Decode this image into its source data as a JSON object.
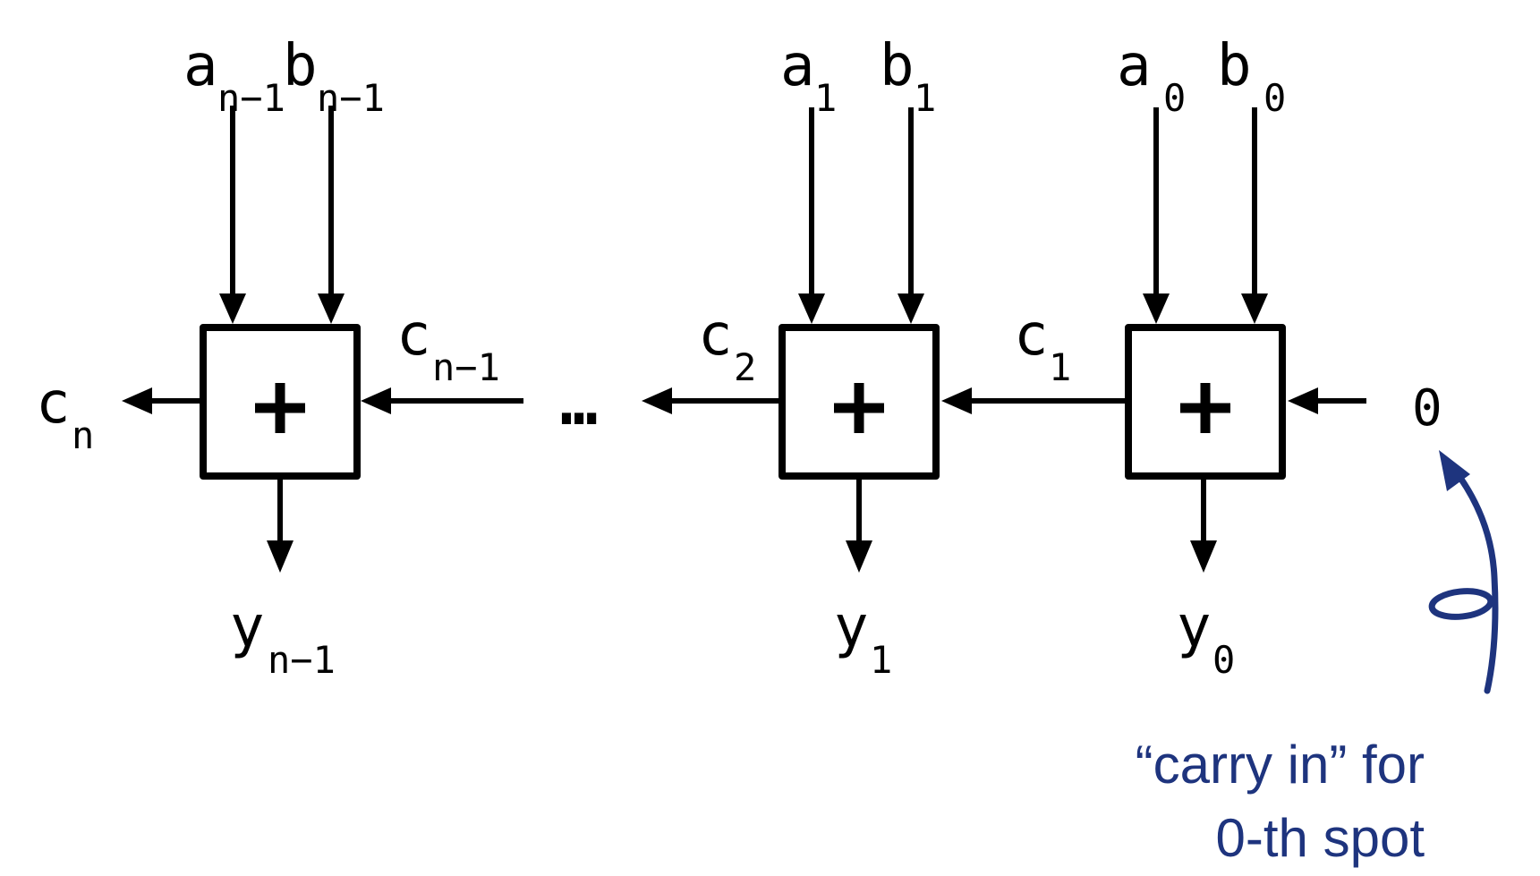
{
  "adders": [
    {
      "a": {
        "base": "a",
        "sub": "n−1"
      },
      "b": {
        "base": "b",
        "sub": "n−1"
      },
      "op": "+",
      "carry_out": {
        "base": "c",
        "sub": "n"
      },
      "carry_in": {
        "base": "c",
        "sub": "n−1"
      },
      "sum": {
        "base": "y",
        "sub": "n−1"
      }
    },
    {
      "a": {
        "base": "a",
        "sub": "1"
      },
      "b": {
        "base": "b",
        "sub": "1"
      },
      "op": "+",
      "carry_out": {
        "base": "c",
        "sub": "2"
      },
      "carry_in": {
        "base": "c",
        "sub": "1"
      },
      "sum": {
        "base": "y",
        "sub": "1"
      }
    },
    {
      "a": {
        "base": "a",
        "sub": "0"
      },
      "b": {
        "base": "b",
        "sub": "0"
      },
      "op": "+",
      "carry_in_value": "0",
      "sum": {
        "base": "y",
        "sub": "0"
      }
    }
  ],
  "ellipsis": "…",
  "annotation": {
    "line1": "“carry in” for",
    "line2": "0-th spot",
    "color": "#1e347e"
  },
  "colors": {
    "ink": "#000000",
    "background": "#ffffff"
  }
}
